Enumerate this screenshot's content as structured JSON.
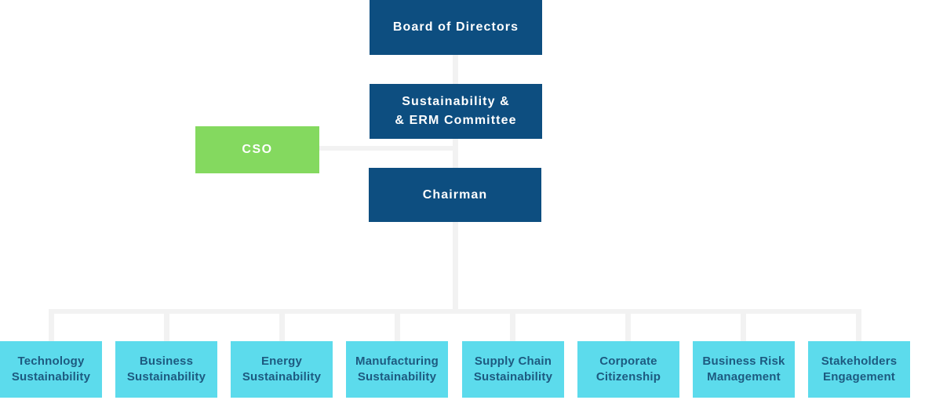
{
  "colors": {
    "top_node_background": "#0d4e80",
    "top_node_text": "#ffffff",
    "cso_node_background": "#84d95f",
    "cso_node_text": "#ffffff",
    "department_node_background": "#5cdbec",
    "department_node_text": "#1d5a80",
    "connector_line": "#f2f2f2",
    "page_background": "#ffffff"
  },
  "org_chart": {
    "board": {
      "label": "Board of Directors"
    },
    "committee": {
      "label": "Sustainability &\n& ERM Committee"
    },
    "cso": {
      "label": "CSO"
    },
    "chairman": {
      "label": "Chairman"
    },
    "departments": [
      {
        "label": "Technology Sustainability"
      },
      {
        "label": "Business Sustainability"
      },
      {
        "label": "Energy Sustainability"
      },
      {
        "label": "Manufacturing Sustainability"
      },
      {
        "label": "Supply Chain Sustainability"
      },
      {
        "label": "Corporate Citizenship"
      },
      {
        "label": "Business Risk Management"
      },
      {
        "label": "Stakeholders Engagement"
      }
    ]
  }
}
